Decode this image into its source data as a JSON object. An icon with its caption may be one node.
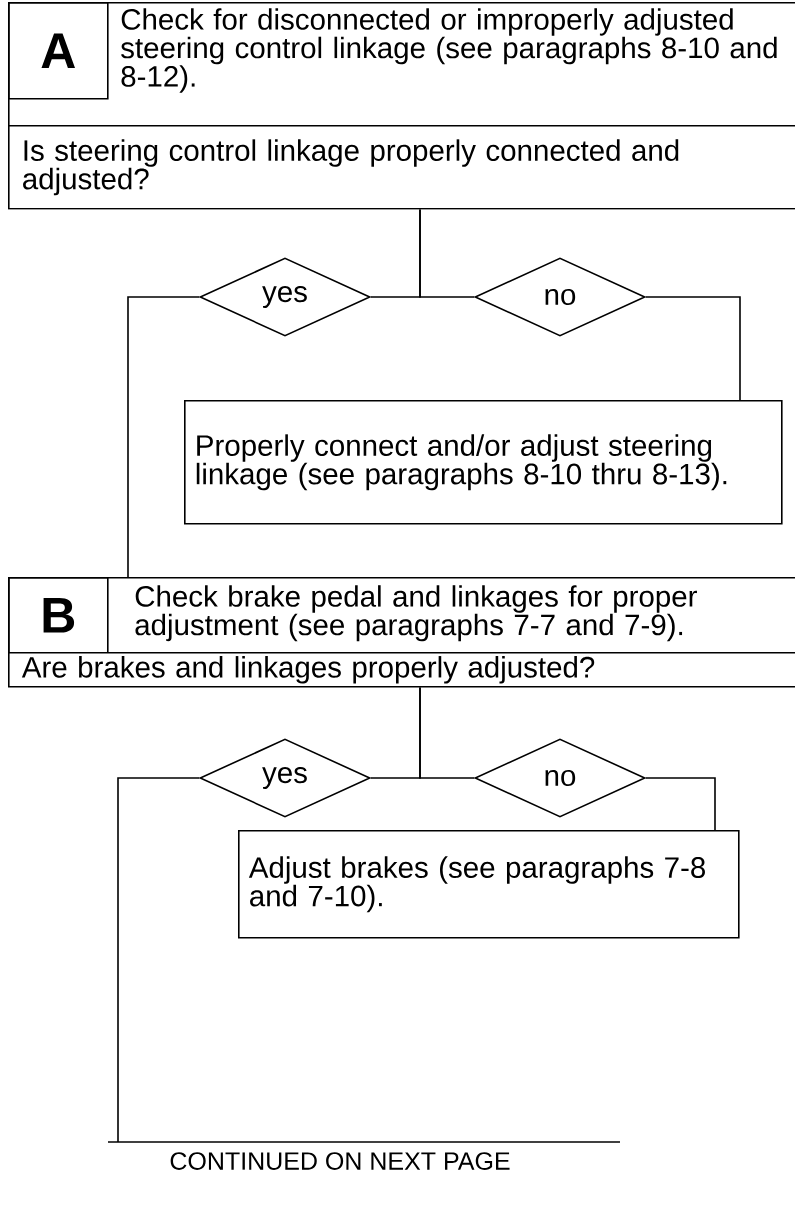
{
  "diagram": {
    "nodes": [
      {
        "text": [
          "Check for disconnected or improperly adjusted steering control linkage (see paragraphs 8-10 and 8-12)."
        ]
      },
      {
        "text": [
          "A"
        ],
        "in": 0
      },
      {
        "text": [
          "Is steering control linkage properly connected and adjusted?"
        ]
      },
      {
        "text": [
          "yes"
        ]
      },
      {
        "text": [
          "no"
        ]
      },
      {
        "text": [
          "Properly connect and/or adjust steering linkage (see paragraphs 8-10 thru 8-13)."
        ]
      },
      {
        "text": [
          "Check brake pedal and linkages for proper adjustment (see paragraphs 7-7 and 7-9)."
        ]
      },
      {
        "text": [
          "B"
        ],
        "in": 6
      },
      {
        "text": [
          "Are brakes and linkages properly adjusted?"
        ]
      },
      {
        "text": [
          "yes"
        ]
      },
      {
        "text": [
          "no"
        ]
      },
      {
        "text": [
          "Adjust brakes (see paragraphs 7-8 and 7-10)."
        ]
      }
    ],
    "edges": [
      {
        "from": 2,
        "to": 3,
        "arrow": "none"
      },
      {
        "from": 2,
        "to": 4,
        "arrow": "none"
      },
      {
        "from": 4,
        "to": 5,
        "arrow": "none"
      },
      {
        "from": 3,
        "to": 6,
        "arrow": "none"
      },
      {
        "from": 8,
        "to": 9,
        "arrow": "none"
      },
      {
        "from": 8,
        "to": 10,
        "arrow": "none"
      },
      {
        "from": 10,
        "to": 11,
        "arrow": "none"
      },
      {
        "from": 9,
        "to": null,
        "arrow": "none"
      }
    ],
    "labels": [
      "CONTINUED ON NEXT PAGE"
    ]
  }
}
